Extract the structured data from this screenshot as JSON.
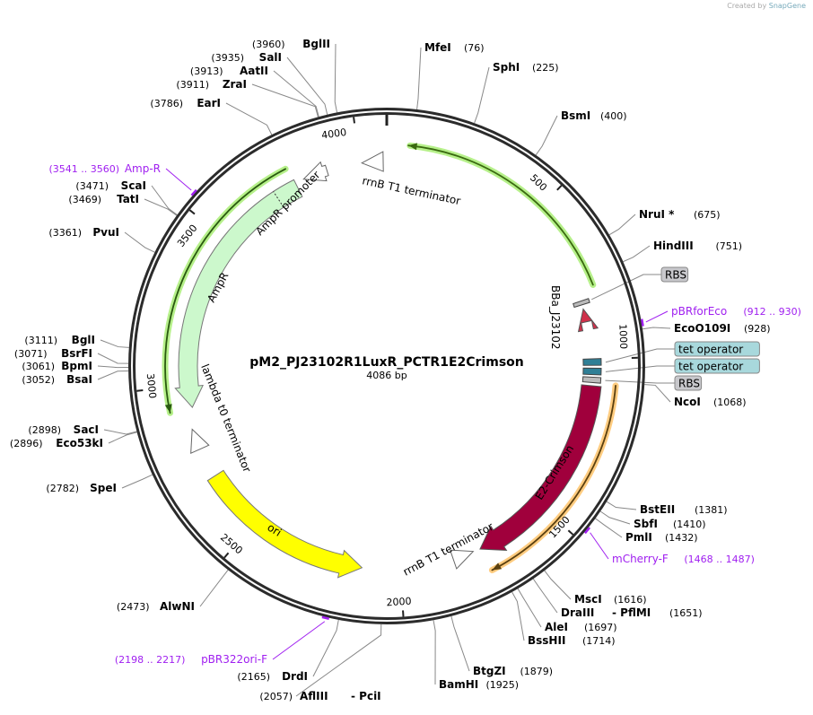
{
  "credit": {
    "prefix": "Created by",
    "brand": "SnapGene"
  },
  "plasmid": {
    "name": "pM2_PJ23102R1LuxR_PCTR1E2Crimson",
    "length_label": "4086 bp",
    "length": 4086
  },
  "ticks": [
    "500",
    "1000",
    "1500",
    "2000",
    "2500",
    "3000",
    "3500",
    "4000"
  ],
  "enzymes": [
    {
      "name": "MfeI",
      "pos": "76"
    },
    {
      "name": "SphI",
      "pos": "225"
    },
    {
      "name": "BsmI",
      "pos": "400"
    },
    {
      "name": "NruI *",
      "pos": "675"
    },
    {
      "name": "HindIII",
      "pos": "751"
    },
    {
      "name": "EcoO109I",
      "pos": "928"
    },
    {
      "name": "NcoI",
      "pos": "1068"
    },
    {
      "name": "BstEII",
      "pos": "1381"
    },
    {
      "name": "SbfI",
      "pos": "1410"
    },
    {
      "name": "PmlI",
      "pos": "1432"
    },
    {
      "name": "MscI",
      "pos": "1616"
    },
    {
      "name": "DraIII",
      "name2": "- PflMI",
      "pos": "1651"
    },
    {
      "name": "AleI",
      "pos": "1697"
    },
    {
      "name": "BssHII",
      "pos": "1714"
    },
    {
      "name": "BtgZI",
      "pos": "1879"
    },
    {
      "name": "BamHI",
      "pos": "1925"
    },
    {
      "name": "AflIII",
      "name2": "- PciI",
      "pos": "2057"
    },
    {
      "name": "DrdI",
      "pos": "2165"
    },
    {
      "name": "AlwNI",
      "pos": "2473"
    },
    {
      "name": "SpeI",
      "pos": "2782"
    },
    {
      "name": "Eco53kI",
      "pos": "2896"
    },
    {
      "name": "SacI",
      "pos": "2898"
    },
    {
      "name": "BsaI",
      "pos": "3052"
    },
    {
      "name": "BpmI",
      "pos": "3061"
    },
    {
      "name": "BsrFI",
      "pos": "3071"
    },
    {
      "name": "BglI",
      "pos": "3111"
    },
    {
      "name": "PvuI",
      "pos": "3361"
    },
    {
      "name": "TatI",
      "pos": "3469"
    },
    {
      "name": "ScaI",
      "pos": "3471"
    },
    {
      "name": "EarI",
      "pos": "3786"
    },
    {
      "name": "ZraI",
      "pos": "3911"
    },
    {
      "name": "AatII",
      "pos": "3913"
    },
    {
      "name": "SalI",
      "pos": "3935"
    },
    {
      "name": "BglII",
      "pos": "3960"
    }
  ],
  "primers": [
    {
      "name": "Amp-R",
      "range": "(3541 .. 3560)",
      "start": 3541
    },
    {
      "name": "pBRforEco",
      "range": "(912 .. 930)",
      "start": 912
    },
    {
      "name": "mCherry-F",
      "range": "(1468 .. 1487)",
      "start": 1468
    },
    {
      "name": "pBR322ori-F",
      "range": "(2198 .. 2217)",
      "start": 2198
    }
  ],
  "feature_callouts": [
    {
      "label": "RBS",
      "type": "rbs"
    },
    {
      "label": "tet operator",
      "type": "operator"
    },
    {
      "label": "tet operator",
      "type": "operator"
    },
    {
      "label": "RBS",
      "type": "rbs"
    }
  ],
  "features": {
    "rrnb_top": "rrnB T1 terminator",
    "rrnb_bottom": "rrnB T1 terminator",
    "ampr_promoter": "AmpR promoter",
    "ampr": "AmpR",
    "lambda": "lambda t0 terminator",
    "ori": "ori",
    "e2crimson": "E2-Crimson",
    "bba": "BBa_J23102"
  },
  "colors": {
    "backbone": "#2b2b2b",
    "primer": "#a020f0",
    "ampr": "#ccf8cc",
    "ori": "#ffff00",
    "e2crimson": "#a0003c",
    "promoter_arrow": "#d0304a",
    "operator": "#2f7f96",
    "rbs": "#bbbbbb",
    "green_highlight": "#b6f08a",
    "orange_highlight": "#ffcc80"
  }
}
